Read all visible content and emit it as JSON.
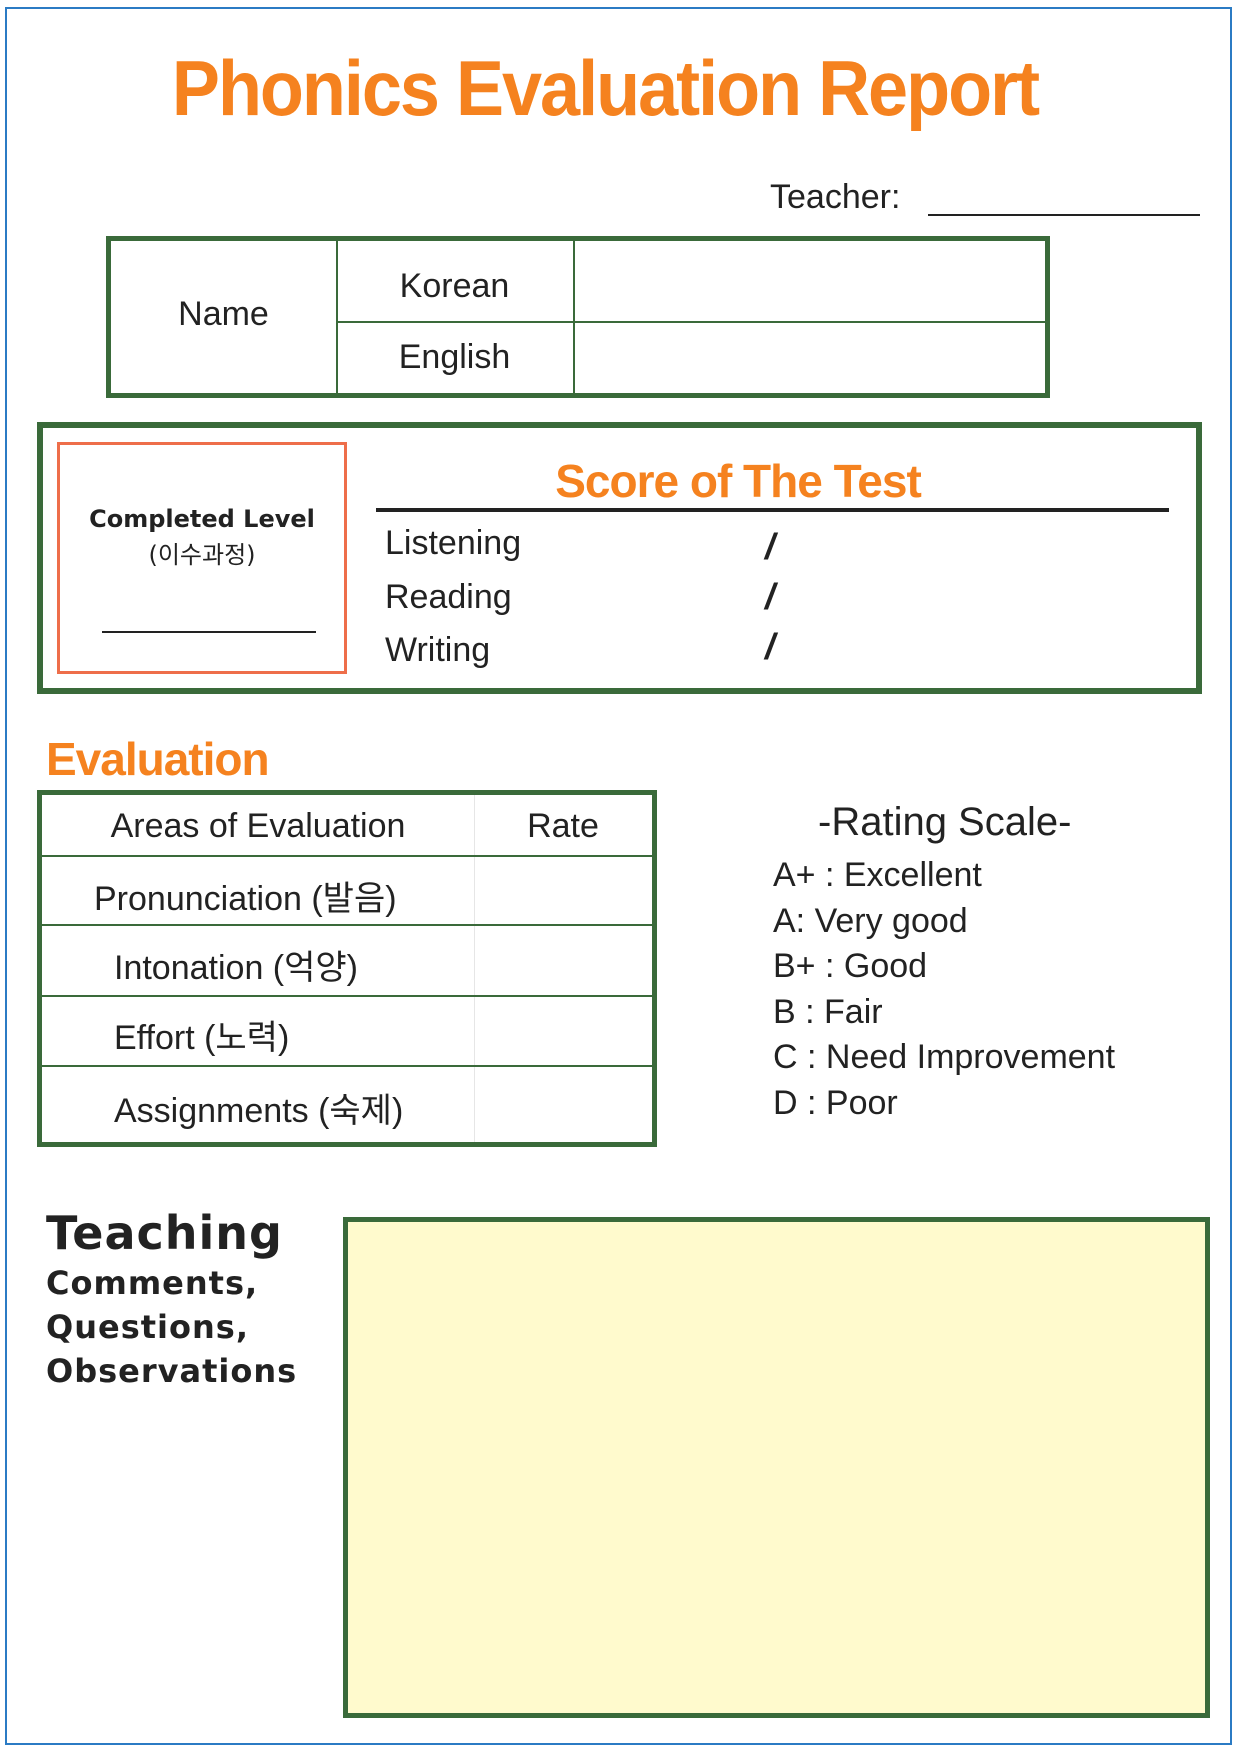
{
  "title": "Phonics Evaluation Report",
  "teacher_label": "Teacher:",
  "name_table": {
    "name_label": "Name",
    "korean_label": "Korean",
    "english_label": "English"
  },
  "completed_level": {
    "title": "Completed Level",
    "subtitle": "(이수과정)"
  },
  "score": {
    "title": "Score of The Test",
    "rows": [
      {
        "label": "Listening",
        "slash": "/"
      },
      {
        "label": "Reading",
        "slash": "/"
      },
      {
        "label": "Writing",
        "slash": "/"
      }
    ]
  },
  "evaluation": {
    "heading": "Evaluation",
    "header_area": "Areas of Evaluation",
    "header_rate": "Rate",
    "rows": [
      {
        "area": "Pronunciation (발음)"
      },
      {
        "area": "Intonation (억양)"
      },
      {
        "area": "Effort (노력)"
      },
      {
        "area": "Assignments (숙제)"
      }
    ]
  },
  "rating_scale": {
    "title": "-Rating Scale-",
    "items": [
      "A+ : Excellent",
      "A: Very good",
      "B+ : Good",
      "B : Fair",
      "C : Need Improvement",
      "D :  Poor"
    ]
  },
  "teaching": {
    "title": "Teaching",
    "lines": [
      "Comments,",
      "Questions,",
      "Observations"
    ]
  },
  "colors": {
    "accent_orange": "#f5821f",
    "border_green": "#3a6a3a",
    "level_border": "#ee6e4a",
    "page_border": "#2b7bc4",
    "comment_fill": "#fffacd"
  }
}
